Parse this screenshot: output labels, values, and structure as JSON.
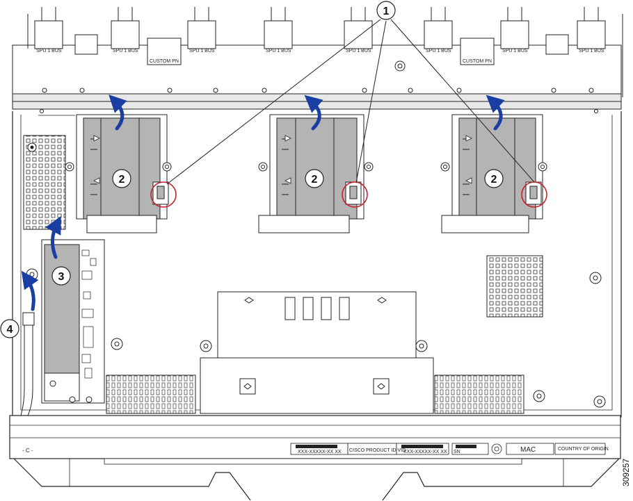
{
  "callouts": {
    "c1": "1",
    "c2": "2",
    "c3": "3",
    "c4": "4"
  },
  "labels": {
    "chassis_id": "- C -",
    "cisco_product": "CISCO PRODUCT ID VID",
    "barcode1": "XXX-XXXXX-XX XX",
    "barcode2": "XXX-XXXXX-XX XX",
    "mac": "MAC",
    "country": "COUNTRY OF ORIGIN",
    "tiny": "SN",
    "figure_id": "309257",
    "custom_label": "CUSTOM PN"
  },
  "colors": {
    "arrow": "#1a3fa3",
    "highlight": "#c8202a",
    "line": "#222222",
    "fill_gray": "#b4b4b4"
  }
}
